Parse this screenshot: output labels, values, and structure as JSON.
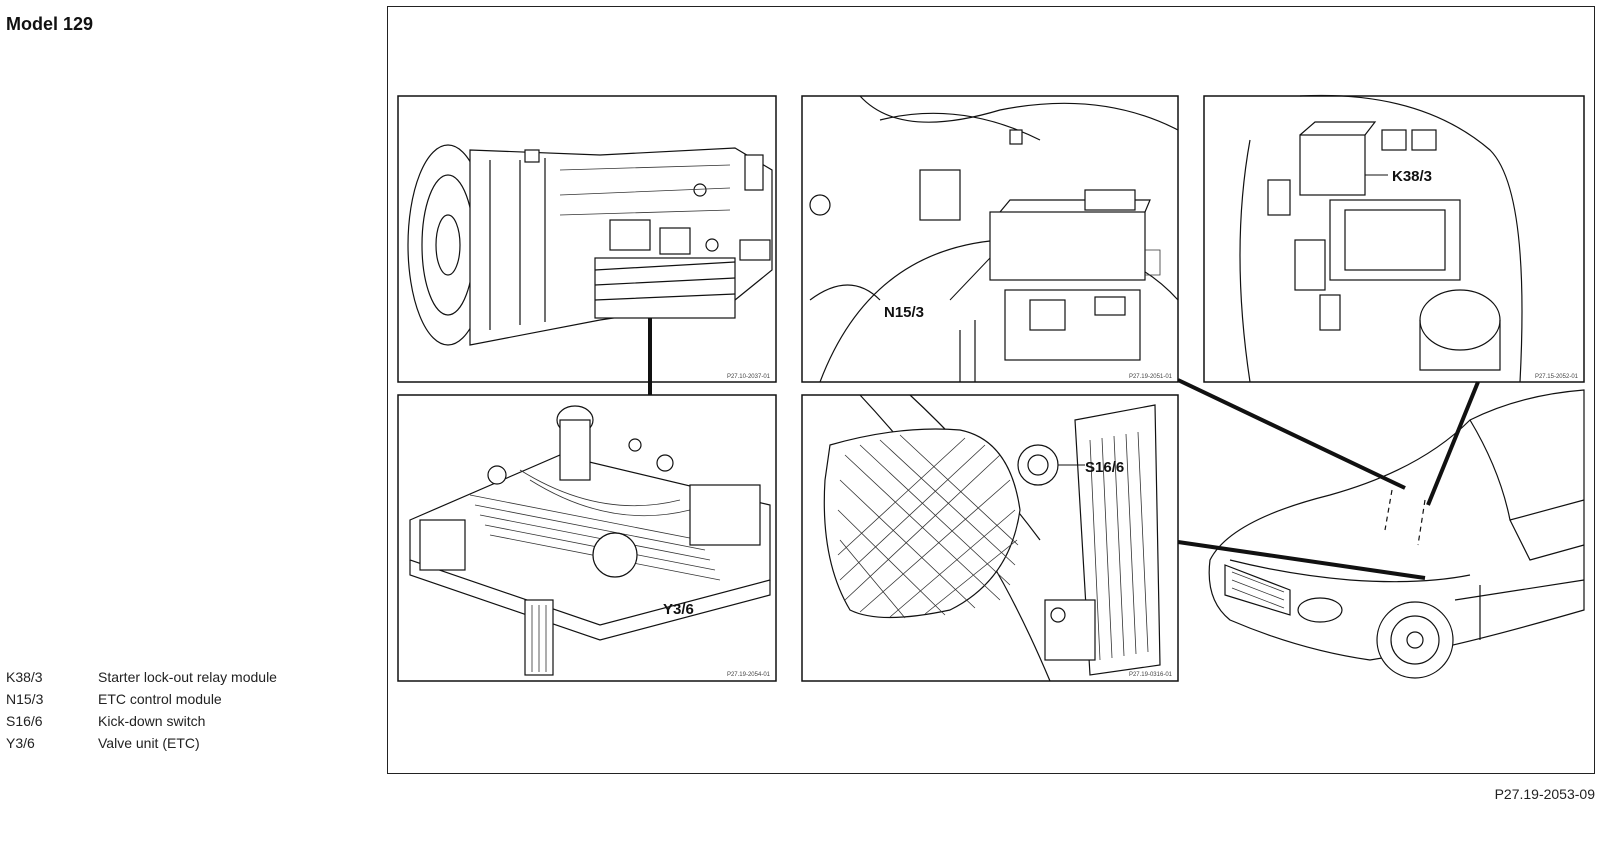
{
  "model_title": "Model 129",
  "legend": [
    {
      "code": "K38/3",
      "description": "Starter lock-out relay module"
    },
    {
      "code": "N15/3",
      "description": "ETC control module"
    },
    {
      "code": "S16/6",
      "description": "Kick-down switch"
    },
    {
      "code": "Y3/6",
      "description": "Valve unit (ETC)"
    }
  ],
  "figure_ref": "P27.19-2053-09",
  "panels": {
    "transmission": {
      "ref": "P27.10-2037-01"
    },
    "valve_unit": {
      "label": "Y3/6",
      "ref": "P27.19-2054-01"
    },
    "control_module": {
      "label": "N15/3",
      "ref": "P27.19-2051-01"
    },
    "relay": {
      "label": "K38/3",
      "ref": "P27.15-2052-01"
    },
    "kickdown": {
      "label": "S16/6",
      "ref": "P27.19-0316-01"
    }
  }
}
